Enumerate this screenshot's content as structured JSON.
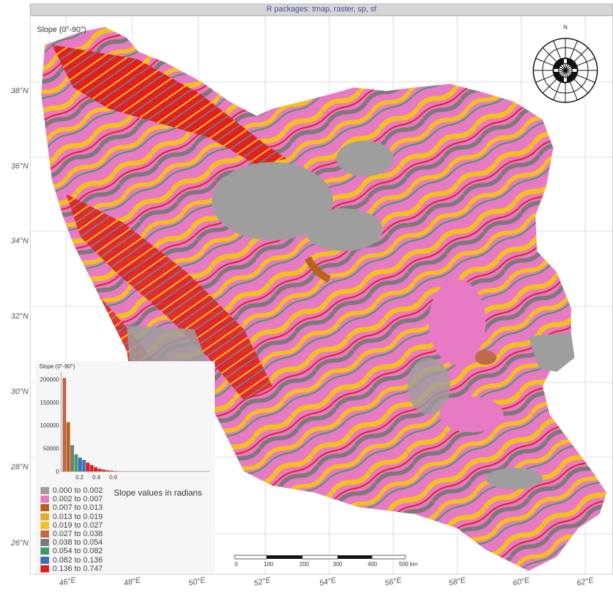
{
  "title": "R packages: tmap, raster, sp, sf",
  "map_title": "Slope (0°-90°)",
  "lat_labels": [
    "38°N",
    "36°N",
    "34°N",
    "32°N",
    "30°N",
    "28°N",
    "26°N"
  ],
  "lon_labels": [
    "46°E",
    "48°E",
    "50°E",
    "52°E",
    "54°E",
    "56°E",
    "58°E",
    "60°E",
    "62°E"
  ],
  "compass": {
    "north_label": "N"
  },
  "scale_bar": {
    "ticks": [
      "0",
      "100",
      "200",
      "300",
      "400",
      "500 km"
    ]
  },
  "histogram": {
    "title": "Slope (0°-90°)",
    "y_ticks": [
      "0",
      "50000",
      "100000",
      "150000",
      "200000"
    ],
    "x_ticks": [
      "0.2",
      "0.4",
      "0.6"
    ],
    "bars": [
      203000,
      107000,
      57000,
      37000,
      30000,
      25000,
      19000,
      14000,
      9000,
      6000,
      4000,
      2500,
      1500,
      900,
      500
    ]
  },
  "legend": {
    "heading": "Slope values in radians",
    "items": [
      {
        "label": "0.000 to 0.002",
        "color": "#9e9e9e"
      },
      {
        "label": "0.002 to 0.007",
        "color": "#e879c4"
      },
      {
        "label": "0.007 to 0.013",
        "color": "#b8621a"
      },
      {
        "label": "0.013 to 0.019",
        "color": "#e8a82a"
      },
      {
        "label": "0.019 to 0.027",
        "color": "#f2c11e"
      },
      {
        "label": "0.027 to 0.038",
        "color": "#c16a4a"
      },
      {
        "label": "0.038 to 0.054",
        "color": "#7a7a7a"
      },
      {
        "label": "0.054 to 0.082",
        "color": "#3f9a63"
      },
      {
        "label": "0.082 to 0.136",
        "color": "#3f6fb5"
      },
      {
        "label": "0.136 to 0.747",
        "color": "#e02020"
      }
    ]
  }
}
